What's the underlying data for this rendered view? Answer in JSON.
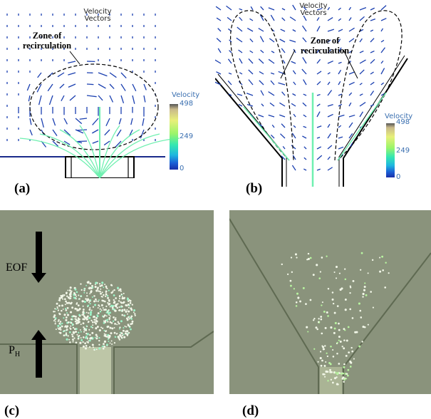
{
  "panels": {
    "a": {
      "caption": "(a)",
      "title": "Velocity\nVectors",
      "zone_label": "Zone of\nrecirculation",
      "legend": {
        "title": "Velocity",
        "max": "498",
        "mid": "249",
        "min": "0"
      }
    },
    "b": {
      "caption": "(b)",
      "title": "Velocity\nVectors",
      "zone_label": "Zone of\nrecirculation",
      "legend": {
        "title": "Velocity",
        "max": "498",
        "mid": "249",
        "min": "0"
      }
    },
    "c": {
      "caption": "(c)",
      "eof_label": "EOF",
      "ph_main": "P",
      "ph_sub": "H"
    },
    "d": {
      "caption": "(d)"
    }
  },
  "colors": {
    "vector_blue": "#1a3fb0",
    "streamline_green": "#6ff0b0",
    "photo_bg": "#8a937c",
    "particles": "#f2f7e8"
  }
}
